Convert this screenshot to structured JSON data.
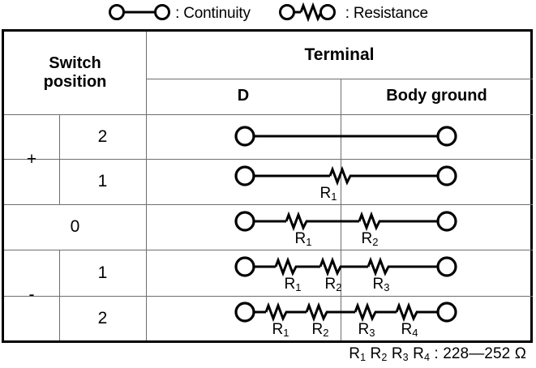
{
  "legend": {
    "items": [
      {
        "symbol": "continuity-symbol",
        "label": ": Continuity"
      },
      {
        "symbol": "resistance-symbol",
        "label": ": Resistance"
      }
    ]
  },
  "table": {
    "headers": {
      "switch_position": "Switch\nposition",
      "switch_position_line1": "Switch",
      "switch_position_line2": "position",
      "terminal": "Terminal",
      "terminal_d": "D",
      "terminal_body_ground": "Body ground"
    },
    "rows": [
      {
        "group": "+",
        "position": "2",
        "diagram": {
          "resistors": [],
          "labels": []
        }
      },
      {
        "group": "+",
        "position": "1",
        "diagram": {
          "resistors": [
            "R1"
          ],
          "labels": [
            "R",
            "1"
          ]
        }
      },
      {
        "group": "0",
        "position": "",
        "diagram": {
          "resistors": [
            "R1",
            "R2"
          ],
          "labels": [
            "R",
            "1",
            "R",
            "2"
          ]
        }
      },
      {
        "group": "-",
        "position": "1",
        "diagram": {
          "resistors": [
            "R1",
            "R2",
            "R3"
          ],
          "labels": [
            "R",
            "1",
            "R",
            "2",
            "R",
            "3"
          ]
        }
      },
      {
        "group": "-",
        "position": "2",
        "diagram": {
          "resistors": [
            "R1",
            "R2",
            "R3",
            "R4"
          ],
          "labels": [
            "R",
            "1",
            "R",
            "2",
            "R",
            "3",
            "R",
            "4"
          ]
        }
      }
    ],
    "resistor_labels": {
      "r1_base": "R",
      "r1_sub": "1",
      "r2_base": "R",
      "r2_sub": "2",
      "r3_base": "R",
      "r3_sub": "3",
      "r4_base": "R",
      "r4_sub": "4"
    }
  },
  "footnote": {
    "r1": "R",
    "r1_sub": "1",
    "r2": "R",
    "r2_sub": "2",
    "r3": "R",
    "r3_sub": "3",
    "r4": "R",
    "r4_sub": "4",
    "separator": " : ",
    "range": "228—252",
    "unit": "Ω"
  },
  "colors": {
    "ink": "#000000",
    "grid": "#6e6e6e",
    "background": "#ffffff"
  }
}
